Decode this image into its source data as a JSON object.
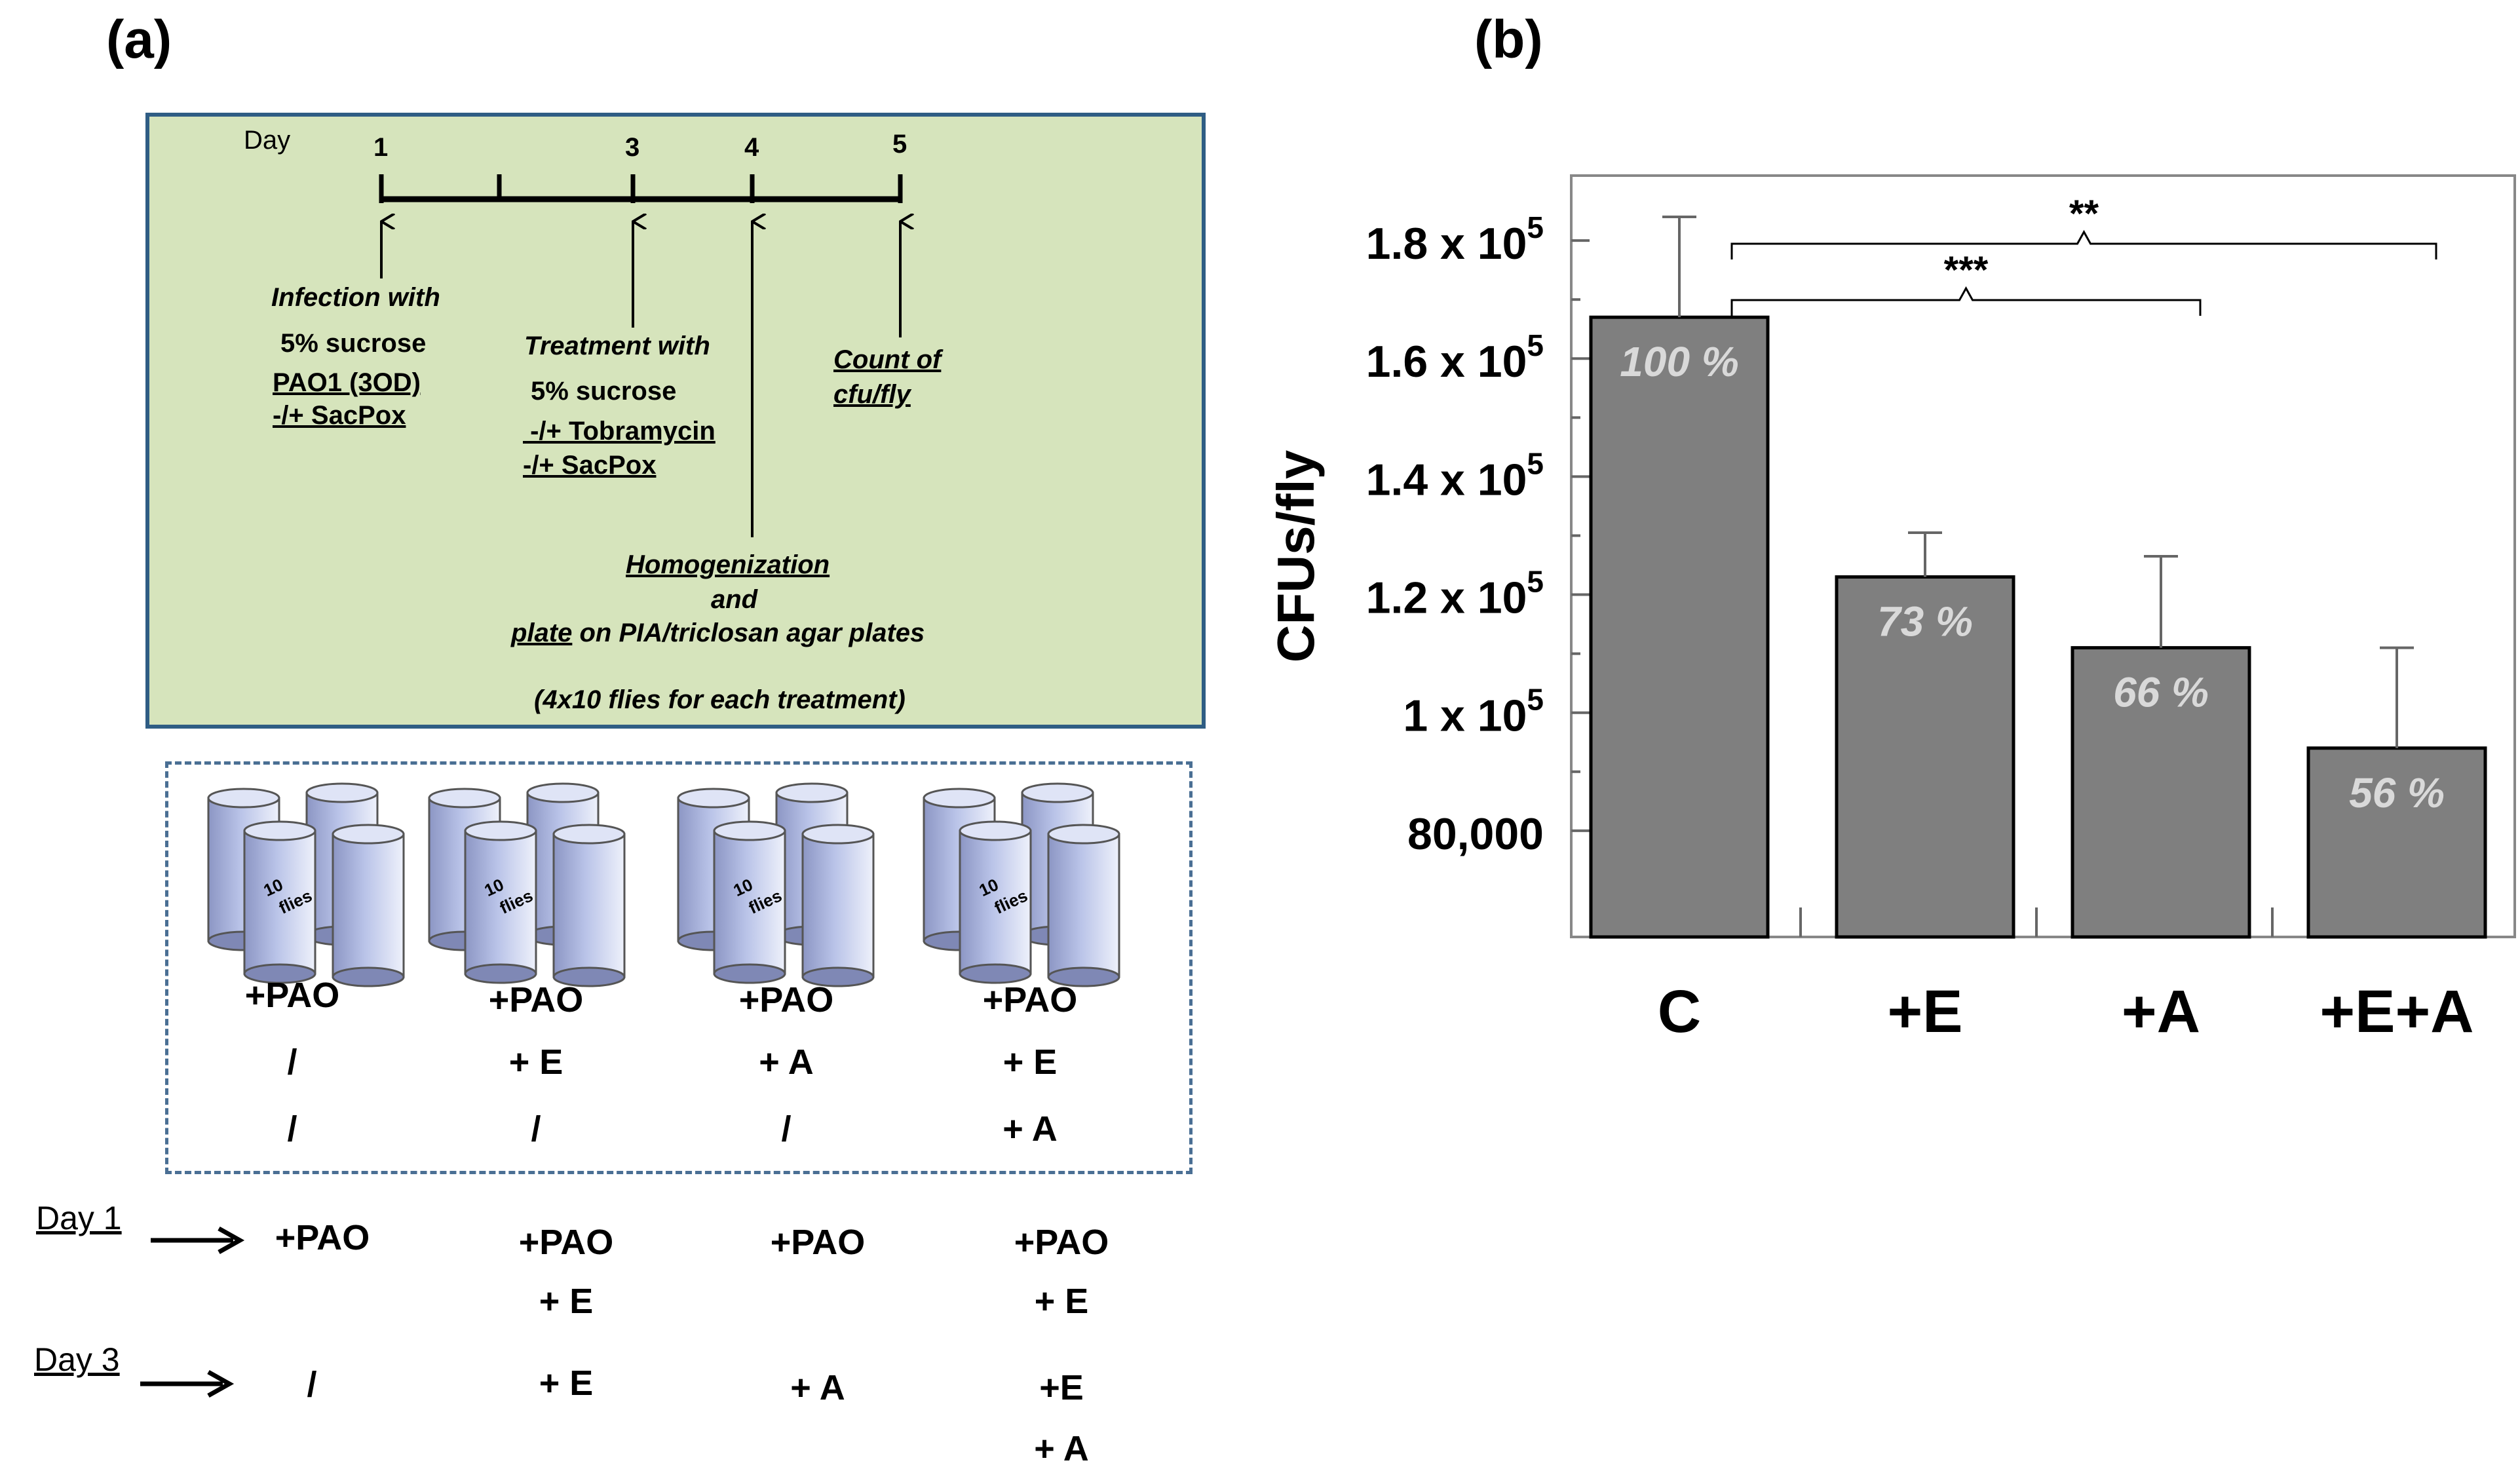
{
  "panels": {
    "a_label": "(a)",
    "b_label": "(b)"
  },
  "timeline": {
    "day_word": "Day",
    "day_marks": [
      "1",
      "3",
      "4",
      "5"
    ],
    "infection": {
      "line1": "Infection with",
      "line2": "5% sucrose",
      "line3": "PAO1 (3OD)",
      "line4": "-/+ SacPox"
    },
    "treatment": {
      "line1": "Treatment with",
      "line2": "5% sucrose",
      "line3": " -/+ Tobramycin",
      "line4": "-/+ SacPox"
    },
    "count": {
      "line1": "Count of",
      "line2": "cfu/fly"
    },
    "homog": {
      "line1": "Homogenization",
      "line2": "and",
      "line3_u": "plate",
      "line3_rest": " on PIA/triclosan agar plates",
      "line4": "(4x10 flies for each treatment)"
    }
  },
  "vials": {
    "label": "10\nflies",
    "color": "#b9c3e8"
  },
  "groups": [
    {
      "l1": "+PAO",
      "l2": "/",
      "l3": "/"
    },
    {
      "l1": "+PAO",
      "l2": "+ E",
      "l3": "/"
    },
    {
      "l1": "+PAO",
      "l2": "+ A",
      "l3": "/"
    },
    {
      "l1": "+PAO",
      "l2": "+ E",
      "l3": "+ A"
    }
  ],
  "schedule": {
    "day1_label": "Day 1",
    "day3_label": "Day 3",
    "day1": [
      {
        "l1": "+PAO",
        "l2": ""
      },
      {
        "l1": "+PAO",
        "l2": "+ E"
      },
      {
        "l1": "+PAO",
        "l2": ""
      },
      {
        "l1": "+PAO",
        "l2": "+ E"
      }
    ],
    "day3": [
      {
        "l1": "/",
        "l2": ""
      },
      {
        "l1": "+ E",
        "l2": ""
      },
      {
        "l1": "+ A",
        "l2": ""
      },
      {
        "l1": "+E",
        "l2": "+ A"
      }
    ]
  },
  "chart_data": {
    "type": "bar",
    "categories": [
      "C",
      "+E",
      "+A",
      "+E+A"
    ],
    "values": [
      167000,
      123000,
      111000,
      94000
    ],
    "error_upper": [
      184000,
      130500,
      126500,
      111000
    ],
    "bar_labels": [
      "100 %",
      "73 %",
      "66 %",
      "56 %"
    ],
    "ylabel": "CFUs/fly",
    "ylim": [
      62000,
      191000
    ],
    "yticks": [
      {
        "value": 80000,
        "label": "80,000"
      },
      {
        "value": 100000,
        "label": "1 x 10",
        "exp": "5"
      },
      {
        "value": 120000,
        "label": "1.2 x 10",
        "exp": "5"
      },
      {
        "value": 140000,
        "label": "1.4 x 10",
        "exp": "5"
      },
      {
        "value": 160000,
        "label": "1.6 x 10",
        "exp": "5"
      },
      {
        "value": 180000,
        "label": "1.8 x 10",
        "exp": "5"
      }
    ],
    "significance": [
      {
        "from": 0,
        "to": 2,
        "label": "***"
      },
      {
        "from": 0,
        "to": 3,
        "label": "**"
      }
    ],
    "bar_color": "#7f7f7f",
    "bar_label_color": "#d9d9d9"
  }
}
